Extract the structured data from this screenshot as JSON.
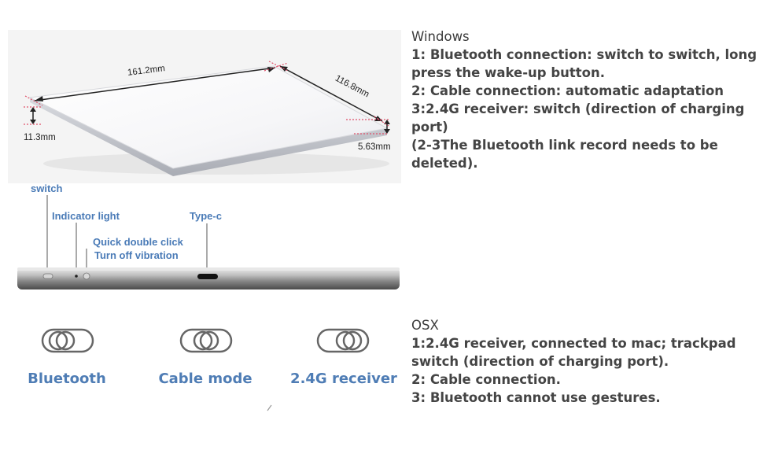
{
  "dimensions": {
    "width": "161.2mm",
    "depth": "116.8mm",
    "height_back": "11.3mm",
    "height_front": "5.63mm"
  },
  "callouts": {
    "switch": "switch",
    "indicator": "Indicator light",
    "typec": "Type-c",
    "quick_click_1": "Quick double click",
    "quick_click_2": "Turn off vibration"
  },
  "modes": {
    "bluetooth": "Bluetooth",
    "cable": "Cable mode",
    "receiver": "2.4G receiver"
  },
  "windows": {
    "title": "Windows",
    "lines": [
      "1: Bluetooth connection: switch to switch, long",
      "press the wake-up button.",
      "2: Cable connection: automatic adaptation",
      "3:2.4G receiver: switch (direction of charging",
      "port)",
      "(2-3The Bluetooth link record needs to be",
      "deleted)."
    ]
  },
  "osx": {
    "title": "OSX",
    "lines": [
      "1:2.4G receiver, connected to mac; trackpad",
      "switch (direction of charging port).",
      "2: Cable connection.",
      "3: Bluetooth cannot use gestures."
    ]
  },
  "colors": {
    "accent_blue": "#4f7db5",
    "dimension_dot": "#e0506a"
  }
}
